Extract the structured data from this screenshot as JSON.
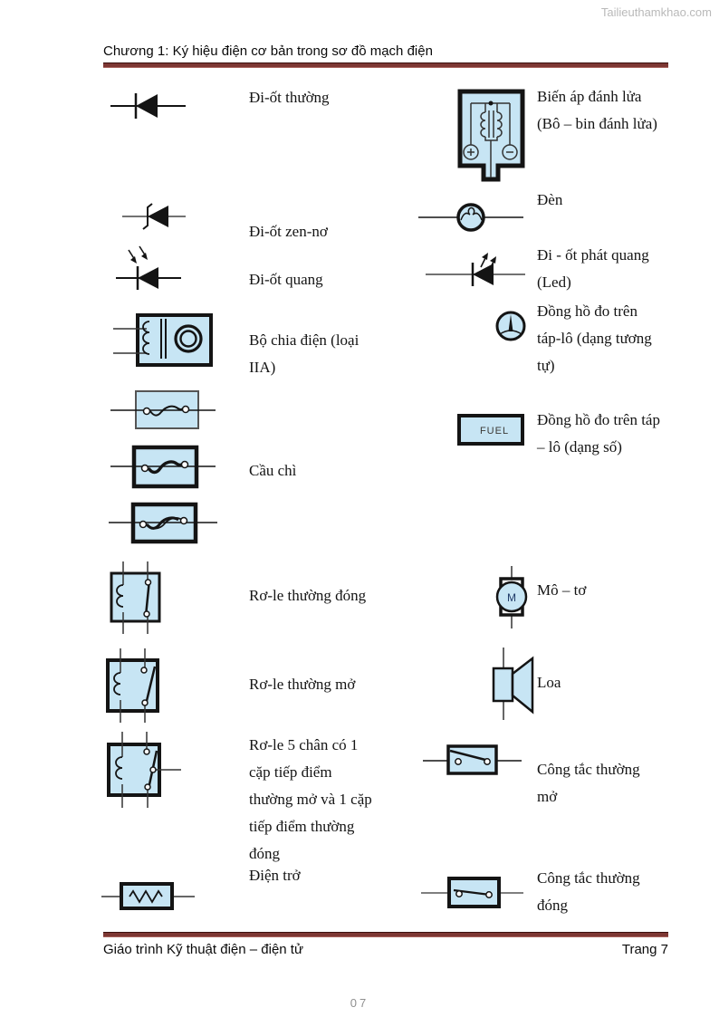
{
  "watermark": "Tailieuthamkhao.com",
  "header": {
    "title": "Chương 1: Ký hiệu điện cơ bản trong sơ đồ mạch điện"
  },
  "colors": {
    "symbol_fill": "#c7e5f4",
    "symbol_stroke": "#141414",
    "rule": "#7d3733"
  },
  "symbols": {
    "left": [
      {
        "name": "diode-icon",
        "label_lines": [
          "Đi-ốt thường"
        ]
      },
      {
        "name": "zener-diode-icon",
        "label_lines": [
          "Đi-ốt zen-nơ"
        ]
      },
      {
        "name": "photo-diode-icon",
        "label_lines": [
          "Đi-ốt quang"
        ]
      },
      {
        "name": "distributor-icon",
        "label_lines": [
          "Bộ chia điện (loại",
          "IIA)"
        ]
      },
      {
        "name": "fuse-icon",
        "label_lines": [
          "Cầu chì"
        ]
      },
      {
        "name": "relay-normally-closed-icon",
        "label_lines": [
          "Rơ-le thường đóng"
        ]
      },
      {
        "name": "relay-normally-open-icon",
        "label_lines": [
          "Rơ-le thường mở"
        ]
      },
      {
        "name": "relay-5-pin-icon",
        "label_lines": [
          "Rơ-le 5 chân có 1",
          "cặp tiếp điểm",
          "thường mở và 1 cặp",
          "tiếp điểm thường",
          "đóng"
        ]
      },
      {
        "name": "resistor-icon",
        "label_lines": [
          "Điện trở"
        ]
      }
    ],
    "right": [
      {
        "name": "ignition-coil-icon",
        "label_lines": [
          "Biến áp đánh lửa",
          "(Bô – bin đánh lửa)"
        ]
      },
      {
        "name": "lamp-icon",
        "label_lines": [
          "Đèn"
        ]
      },
      {
        "name": "led-icon",
        "label_lines": [
          "Đi - ốt phát quang",
          "(Led)"
        ]
      },
      {
        "name": "analog-dash-gauge-icon",
        "label_lines": [
          "Đồng hồ đo trên",
          "táp-lô (dạng tương",
          "tự)"
        ]
      },
      {
        "name": "digital-dash-gauge-icon",
        "gauge_text": "FUEL",
        "label_lines": [
          "Đồng hồ đo trên táp",
          "– lô (dạng số)"
        ]
      },
      {
        "name": "motor-icon",
        "motor_letter": "M",
        "label_lines": [
          "Mô – tơ"
        ]
      },
      {
        "name": "speaker-icon",
        "label_lines": [
          "Loa"
        ]
      },
      {
        "name": "switch-normally-open-icon",
        "label_lines": [
          "Công tắc thường",
          "mở"
        ]
      },
      {
        "name": "switch-normally-closed-icon",
        "label_lines": [
          "Công tắc thường",
          "đóng"
        ]
      }
    ]
  },
  "footer": {
    "left": "Giáo trình Kỹ thuật điện – điện tử",
    "right": "Trang 7",
    "page_number": "07"
  }
}
